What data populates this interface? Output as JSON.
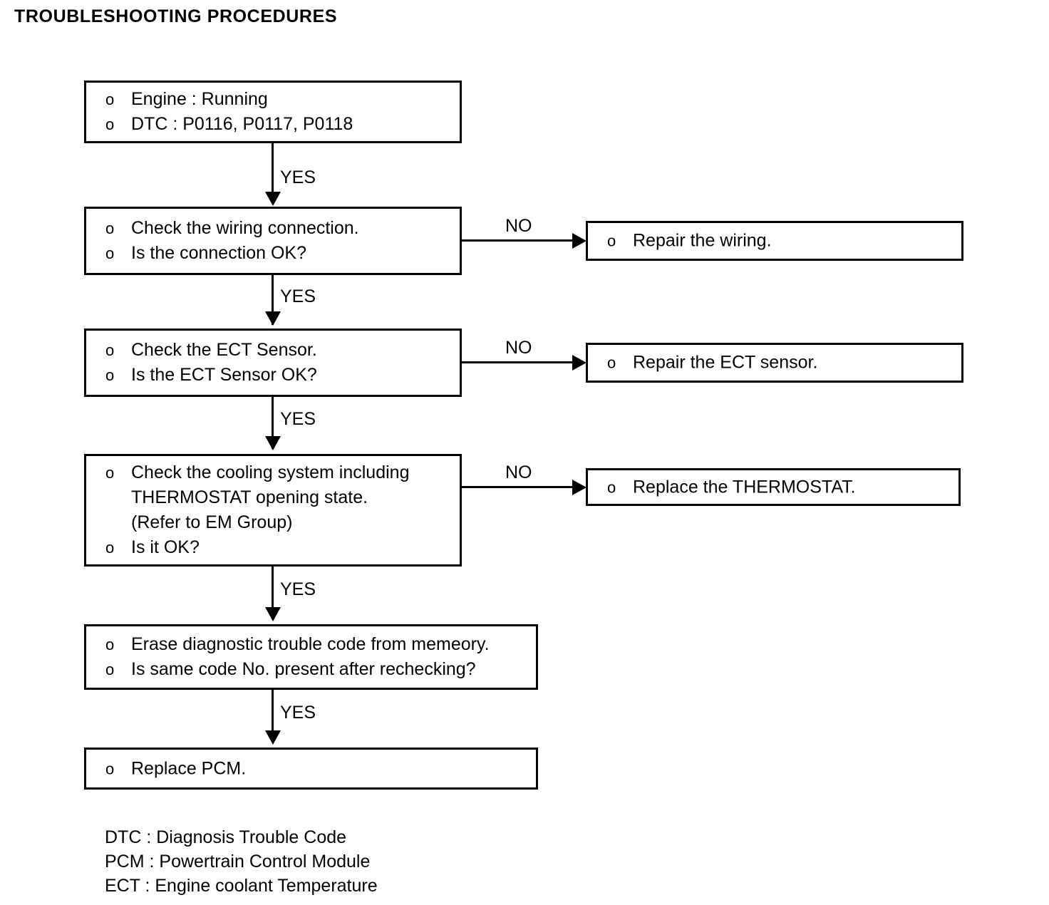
{
  "title": "TROUBLESHOOTING PROCEDURES",
  "bullet_glyph": "o",
  "colors": {
    "ink": "#000000",
    "background": "#ffffff"
  },
  "edge_labels": {
    "yes": "YES",
    "no": "NO"
  },
  "boxes": {
    "start": {
      "lines": [
        {
          "bullet": true,
          "text": "Engine : Running"
        },
        {
          "bullet": true,
          "text": "DTC : P0116, P0117, P0118"
        }
      ]
    },
    "check_wiring": {
      "lines": [
        {
          "bullet": true,
          "text": "Check the wiring connection."
        },
        {
          "bullet": true,
          "text": "Is the connection OK?"
        }
      ]
    },
    "repair_wiring": {
      "lines": [
        {
          "bullet": true,
          "text": "Repair the wiring."
        }
      ]
    },
    "check_ect": {
      "lines": [
        {
          "bullet": true,
          "text": "Check the ECT Sensor."
        },
        {
          "bullet": true,
          "text": "Is the ECT Sensor OK?"
        }
      ]
    },
    "repair_ect": {
      "lines": [
        {
          "bullet": true,
          "text": "Repair the ECT sensor."
        }
      ]
    },
    "check_cooling": {
      "lines": [
        {
          "bullet": true,
          "text": "Check the cooling system including"
        },
        {
          "bullet": false,
          "text": "THERMOSTAT opening state."
        },
        {
          "bullet": false,
          "text": "(Refer to EM Group)"
        },
        {
          "bullet": true,
          "text": "Is it OK?"
        }
      ]
    },
    "replace_thermostat": {
      "lines": [
        {
          "bullet": true,
          "text": "Replace the THERMOSTAT."
        }
      ]
    },
    "erase_code": {
      "lines": [
        {
          "bullet": true,
          "text": "Erase diagnostic trouble code from memeory."
        },
        {
          "bullet": true,
          "text": "Is same code No. present after rechecking?"
        }
      ]
    },
    "replace_pcm": {
      "lines": [
        {
          "bullet": true,
          "text": "Replace PCM."
        }
      ]
    }
  },
  "legend": [
    "DTC : Diagnosis Trouble Code",
    "PCM : Powertrain Control Module",
    "ECT : Engine coolant Temperature"
  ],
  "flow": {
    "yes_edges": [
      "start-to-check_wiring",
      "check_wiring-to-check_ect",
      "check_ect-to-check_cooling",
      "check_cooling-to-erase_code",
      "erase_code-to-replace_pcm"
    ],
    "no_edges": [
      "check_wiring-to-repair_wiring",
      "check_ect-to-repair_ect",
      "check_cooling-to-replace_thermostat"
    ]
  }
}
